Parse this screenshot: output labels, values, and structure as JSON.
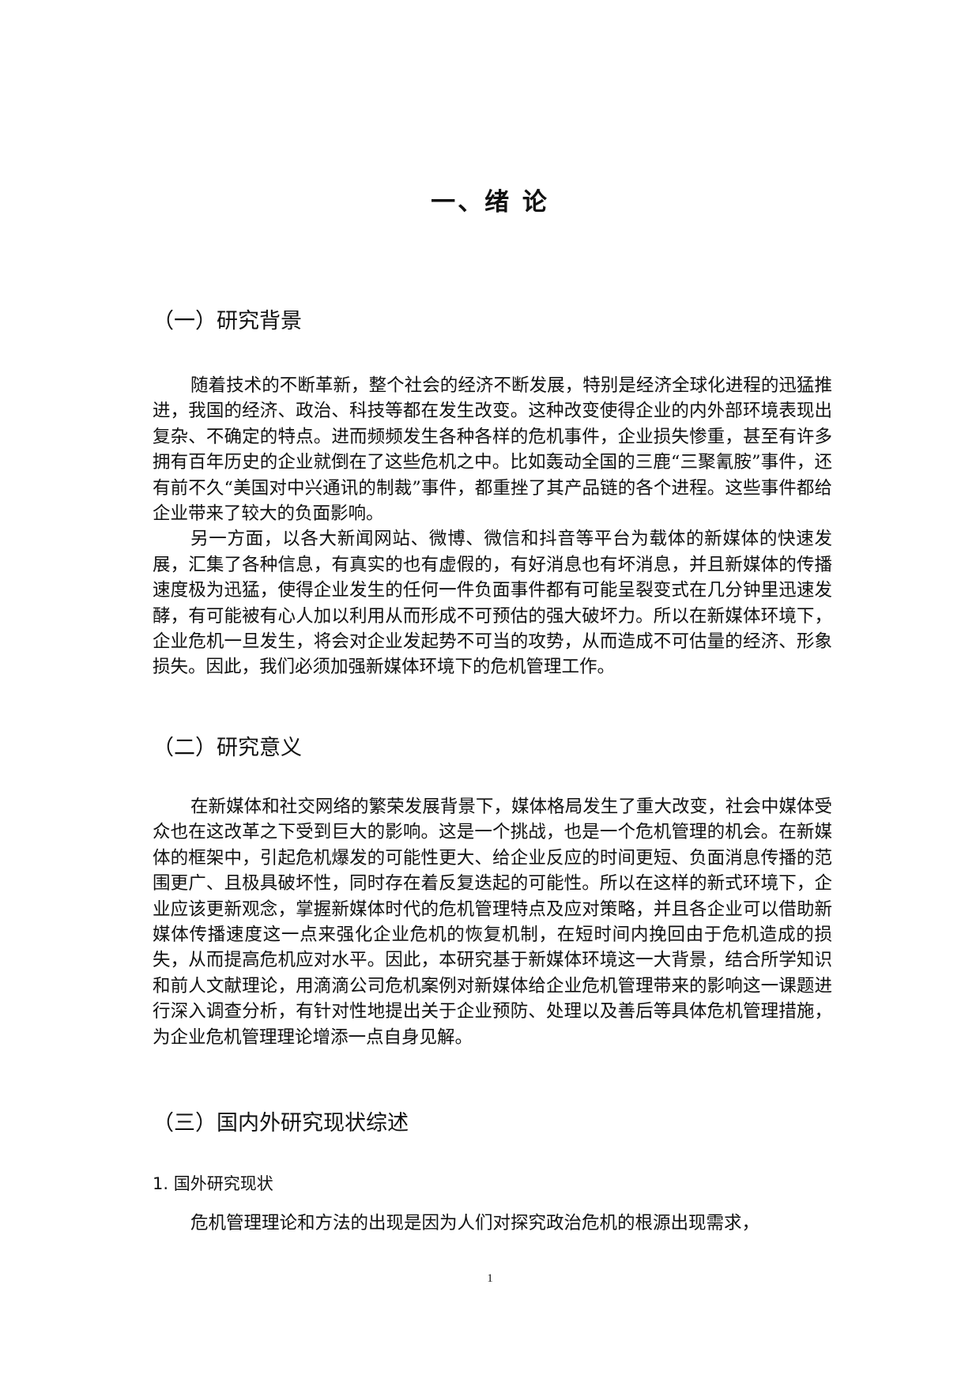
{
  "document": {
    "chapter_title": "一、绪 论",
    "sections": [
      {
        "heading": "（一）研究背景",
        "paragraphs": [
          "随着技术的不断革新，整个社会的经济不断发展，特别是经济全球化进程的迅猛推进，我国的经济、政治、科技等都在发生改变。这种改变使得企业的内外部环境表现出复杂、不确定的特点。进而频频发生各种各样的危机事件，企业损失惨重，甚至有许多拥有百年历史的企业就倒在了这些危机之中。比如轰动全国的三鹿“三聚氰胺”事件，还有前不久“美国对中兴通讯的制裁”事件，都重挫了其产品链的各个进程。这些事件都给企业带来了较大的负面影响。",
          "另一方面，以各大新闻网站、微博、微信和抖音等平台为载体的新媒体的快速发展，汇集了各种信息，有真实的也有虚假的，有好消息也有坏消息，并且新媒体的传播速度极为迅猛，使得企业发生的任何一件负面事件都有可能呈裂变式在几分钟里迅速发酵，有可能被有心人加以利用从而形成不可预估的强大破坏力。所以在新媒体环境下，企业危机一旦发生，将会对企业发起势不可当的攻势，从而造成不可估量的经济、形象损失。因此，我们必须加强新媒体环境下的危机管理工作。"
        ]
      },
      {
        "heading": "（二）研究意义",
        "paragraphs": [
          "在新媒体和社交网络的繁荣发展背景下，媒体格局发生了重大改变，社会中媒体受众也在这改革之下受到巨大的影响。这是一个挑战，也是一个危机管理的机会。在新媒体的框架中，引起危机爆发的可能性更大、给企业反应的时间更短、负面消息传播的范围更广、且极具破坏性，同时存在着反复迭起的可能性。所以在这样的新式环境下，企业应该更新观念，掌握新媒体时代的危机管理特点及应对策略，并且各企业可以借助新媒体传播速度这一点来强化企业危机的恢复机制，在短时间内挽回由于危机造成的损失，从而提高危机应对水平。因此，本研究基于新媒体环境这一大背景，结合所学知识和前人文献理论，用滴滴公司危机案例对新媒体给企业危机管理带来的影响这一课题进行深入调查分析，有针对性地提出关于企业预防、处理以及善后等具体危机管理措施，为企业危机管理理论增添一点自身见解。"
        ]
      },
      {
        "heading": "（三）国内外研究现状综述",
        "subsections": [
          {
            "heading": "1. 国外研究现状",
            "paragraphs": [
              "危机管理理论和方法的出现是因为人们对探究政治危机的根源出现需求，"
            ]
          }
        ]
      }
    ],
    "page_number": "1"
  }
}
